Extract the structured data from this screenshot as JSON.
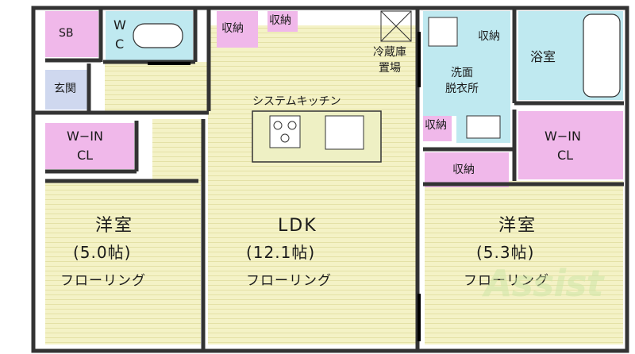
{
  "colors": {
    "floor": "#f4f2c6",
    "floor_line": "#e4e1a6",
    "storage": "#f0b8ea",
    "wet": "#bfe9f0",
    "entry": "#cfd8ef",
    "wall": "#333333"
  },
  "rooms": {
    "sb": "SB",
    "wc_w": "W",
    "wc_c": "C",
    "storage_1": "収納",
    "storage_2": "収納",
    "fridge_1": "冷蔵庫",
    "fridge_2": "置場",
    "storage_3": "収納",
    "bath": "浴室",
    "washroom_1": "洗面",
    "washroom_2": "脱衣所",
    "entrance": "玄関",
    "kitchen": "システムキッチン",
    "storage_4": "収納",
    "wic_left_1": "W−IN",
    "wic_left_2": "CL",
    "wic_right_1": "W−IN",
    "wic_right_2": "CL",
    "storage_5": "収納",
    "western_left": "洋室",
    "western_left_size": "(5.0帖)",
    "western_left_floor": "フローリング",
    "ldk": "LDK",
    "ldk_size": "(12.1帖)",
    "ldk_floor": "フローリング",
    "western_right": "洋室",
    "western_right_size": "(5.3帖)",
    "western_right_floor": "フローリング"
  },
  "watermark": "Assist"
}
